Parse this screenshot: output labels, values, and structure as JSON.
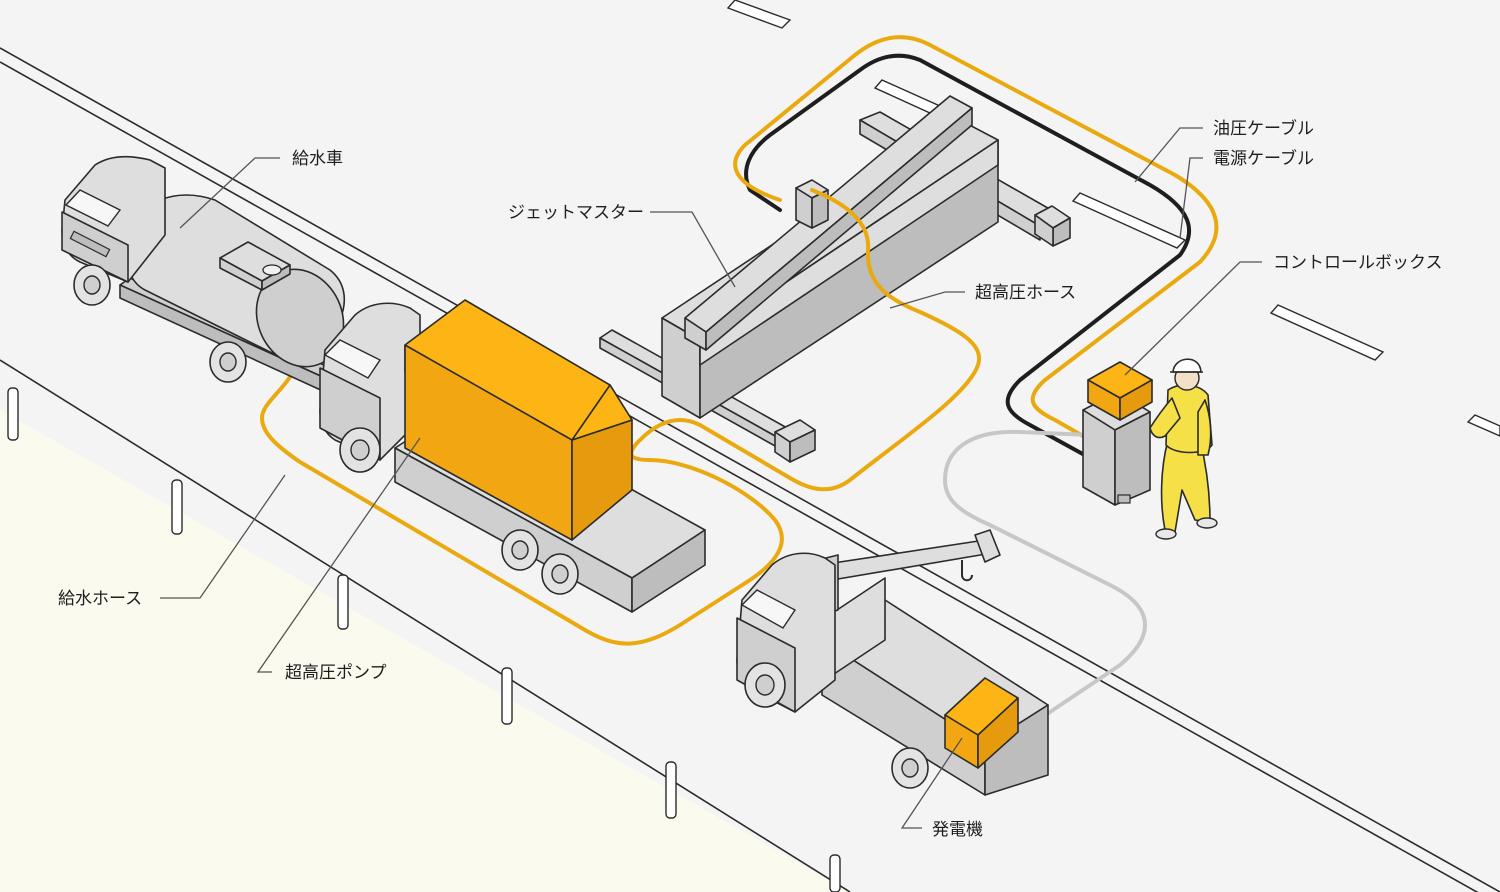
{
  "labels": {
    "water_truck": "給水車",
    "jet_master": "ジェットマスター",
    "hydraulic_cable": "油圧ケーブル",
    "power_cable": "電源ケーブル",
    "control_box": "コントロールボックス",
    "uhp_hose": "超高圧ホース",
    "water_hose": "給水ホース",
    "uhp_pump": "超高圧ポンプ",
    "generator": "発電機"
  },
  "colors": {
    "background": "#f4f4f5",
    "sidewalk": "#fafaee",
    "equipment_gray": "#dededf",
    "accent_yellow": "#fcb515",
    "hose_yellow": "#eaa90f",
    "cable_black": "#1e1e1e",
    "cable_gray": "#c7c7c7",
    "worker_yellow": "#f6e048"
  }
}
